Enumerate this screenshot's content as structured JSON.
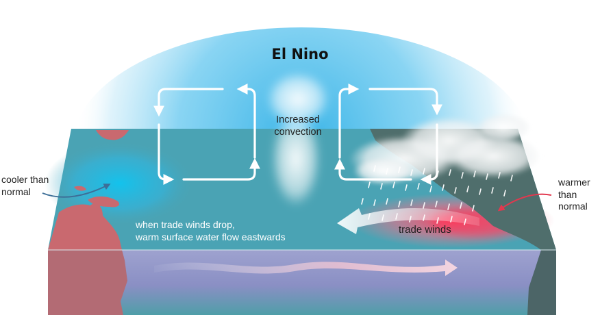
{
  "title": "El Nino",
  "labels": {
    "convection_line1": "Increased",
    "convection_line2": "convection",
    "cooler_line1": "cooler than",
    "cooler_line2": "normal",
    "warmer_line1": "warmer",
    "warmer_line2": "than",
    "warmer_line3": "normal",
    "surface_line1": "when trade winds drop,",
    "surface_line2": "warm surface water flow eastwards",
    "trade_winds": "trade winds"
  },
  "colors": {
    "sky_blue": "#43b9ea",
    "ocean_teal": "#4aa3b4",
    "cool_anomaly": "#17c0e8",
    "warm_anomaly": "#f0526a",
    "land_west": "#c9696f",
    "land_east": "#4f6e6c",
    "subsurface": "#8f93c6"
  },
  "icons": {
    "circulation_west": "clockwise-loop-arrows",
    "circulation_east": "counterclockwise-loop-arrows",
    "cooler_pointer": "arrow-pointing-cool-pool",
    "warmer_pointer": "arrow-pointing-warm-pool",
    "subsurface_flow": "eastward-wavy-arrow",
    "trade_wind_arrow": "westward-curved-arrow",
    "rain": "rain-streaks",
    "cloud": "storm-cloud"
  }
}
